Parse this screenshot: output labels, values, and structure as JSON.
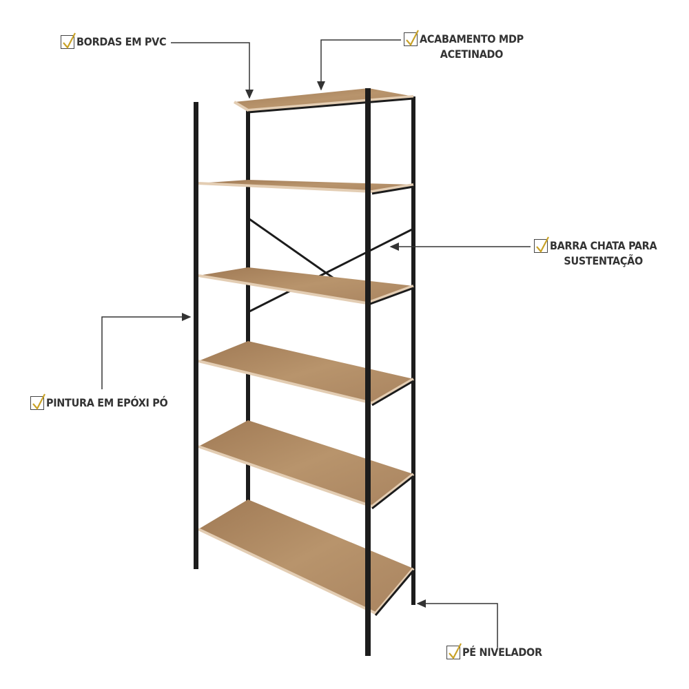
{
  "labels": {
    "bordas": "BORDAS EM PVC",
    "acabamento_line1": "ACABAMENTO MDP",
    "acabamento_line2": "ACETINADO",
    "barra_line1": "BARRA CHATA PARA",
    "barra_line2": "SUSTENTAÇÃO",
    "pintura": "PINTURA EM EPÓXI PÓ",
    "pe": "PÉ NIVELADOR"
  },
  "icons": {
    "check": "checkbox-check-icon"
  },
  "colors": {
    "wood": "#b08a62",
    "wood_edge": "#e3cdb3",
    "metal": "#1c1c1c",
    "check": "#c9a227",
    "text": "#333333"
  },
  "shelf_count": 6
}
